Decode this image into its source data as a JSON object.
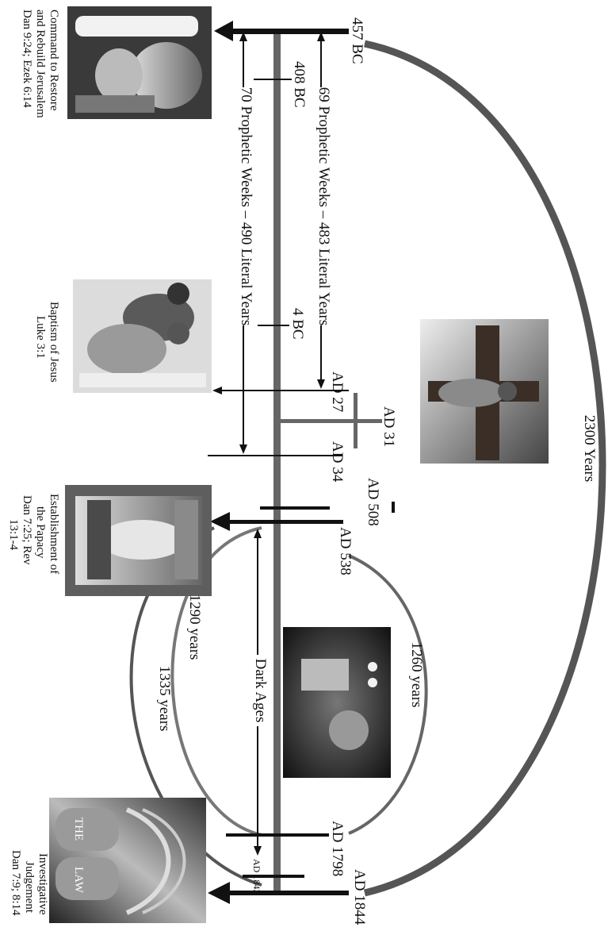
{
  "dates": {
    "bc457": "457 BC",
    "bc408": "408 BC",
    "bc4": "4 BC",
    "ad27": "AD 27",
    "ad31": "AD 31",
    "ad34": "AD 34",
    "ad508": "AD 508",
    "ad538": "AD 538",
    "ad1798": "AD 1798",
    "ad1843": "AD 1843",
    "ad1844": "AD 1844"
  },
  "spans": {
    "years_2300": "2300 Years",
    "weeks_69": "69 Prophetic Weeks – 483 Literal Years",
    "weeks_70": "70 Prophetic Weeks – 490 Literal Years",
    "years_1260": "1260 years",
    "years_1290": "1290 years",
    "years_1335": "1335 years",
    "dark_ages": "Dark Ages"
  },
  "captions": {
    "command": [
      "Command to Restore",
      "and Rebuild Jerusalem",
      "Dan 9:24; Ezek 6:14"
    ],
    "baptism": [
      "Baptism of Jesus",
      "Luke 3:1"
    ],
    "papacy": [
      "Establishment of",
      "the Papacy",
      "Dan 7:25; Rev",
      "13:1-4"
    ],
    "judgement": [
      "Investigative",
      "Judgement",
      "Dan 7:9; 8:14"
    ]
  },
  "law_tablet": {
    "line1": "THE",
    "line2": "LAW"
  },
  "colors": {
    "main_line": "#666666",
    "arrow": "#111111",
    "big_arc": "#555555",
    "thin_arc": "#777777"
  }
}
